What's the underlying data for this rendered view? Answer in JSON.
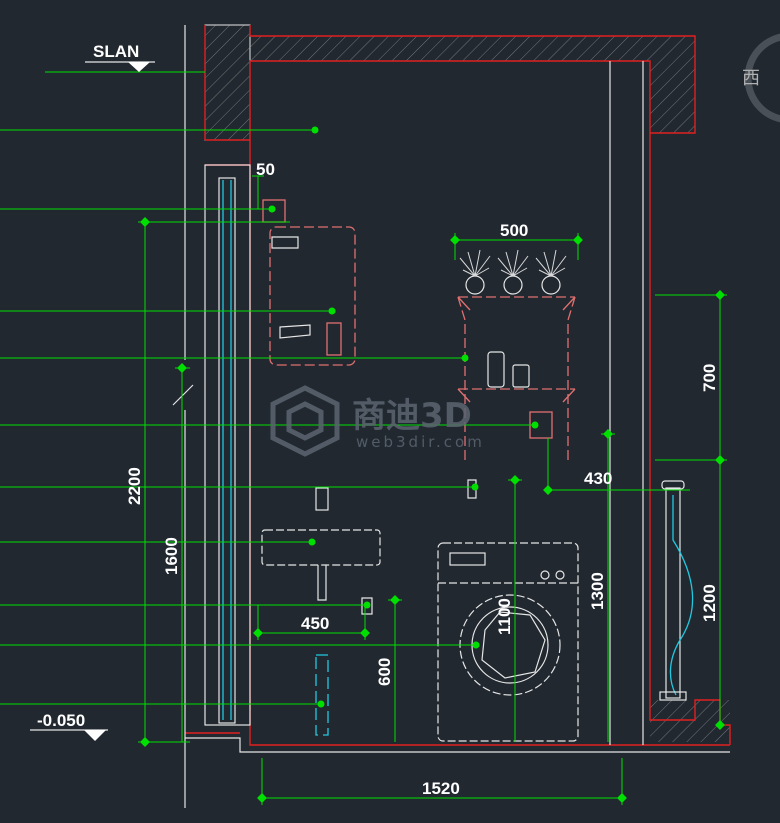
{
  "levels": {
    "top": "SLAN",
    "floor": "-0.050"
  },
  "dimensions": {
    "d50": "50",
    "d500": "500",
    "d700": "700",
    "d430": "430",
    "d2200": "2200",
    "d1600": "1600",
    "d1300": "1300",
    "d1100": "1100",
    "d1200": "1200",
    "d450": "450",
    "d600": "600",
    "d1520": "1520"
  },
  "watermark": {
    "brand": "商迪3D",
    "url": "web3dir.com"
  },
  "corner_glyph": "西",
  "colors": {
    "background": "#212830",
    "wall_outline": "#e02020",
    "leader": "#00e000",
    "fixture": "#e07070",
    "pipe": "#20c8e0",
    "line": "#e6e6e6"
  }
}
